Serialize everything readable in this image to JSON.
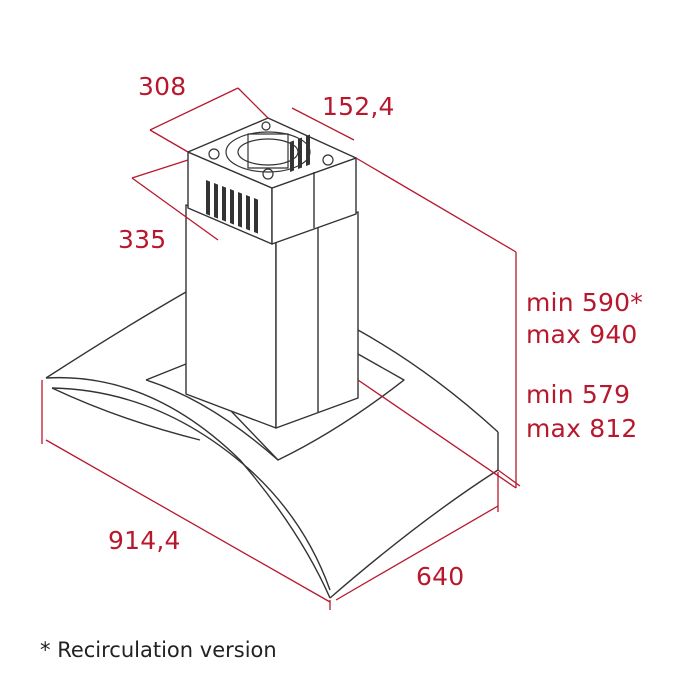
{
  "colors": {
    "dimension": "#b8182e",
    "outline": "#333333",
    "footnote_text": "#222222"
  },
  "dimensions": {
    "top_width": "308",
    "outlet_diameter": "152,4",
    "chimney_depth": "335",
    "height_1_min": "min 590*",
    "height_1_max": "max 940",
    "height_2_min": "min 579",
    "height_2_max": "max 812",
    "hood_width": "914,4",
    "hood_depth": "640"
  },
  "footnote": {
    "asterisk": "*",
    "text": "Recirculation version"
  }
}
